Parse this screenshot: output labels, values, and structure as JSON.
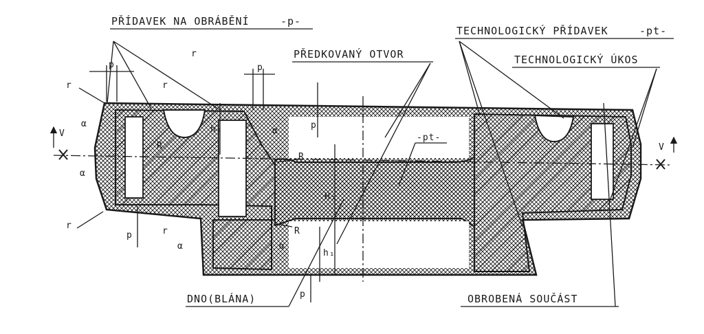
{
  "labels": {
    "pridavek_obrabeni": "PŘÍDAVEK NA OBRÁBĚNÍ",
    "pridavek_obrabeni_sym": "-p-",
    "technologicky_pridavek": "TECHNOLOGICKÝ PŘÍDAVEK",
    "technologicky_pridavek_sym": "-pt-",
    "technologicky_ukos": "TECHNOLOGICKÝ ÚKOS",
    "predkovany_otvor": "PŘEDKOVANÝ OTVOR",
    "pt_mid": "-pt-",
    "dno": "DNO(BLÁNA)",
    "obrobena": "OBROBENÁ SOUČÁST"
  },
  "symbols": {
    "p": "p",
    "r": "r",
    "R": "R",
    "h2": "h₂",
    "h1": "h₁",
    "H1": "H₁",
    "V": "V",
    "alpha": "α"
  },
  "colors": {
    "ink": "#1a1a1a",
    "paper": "#ffffff"
  }
}
